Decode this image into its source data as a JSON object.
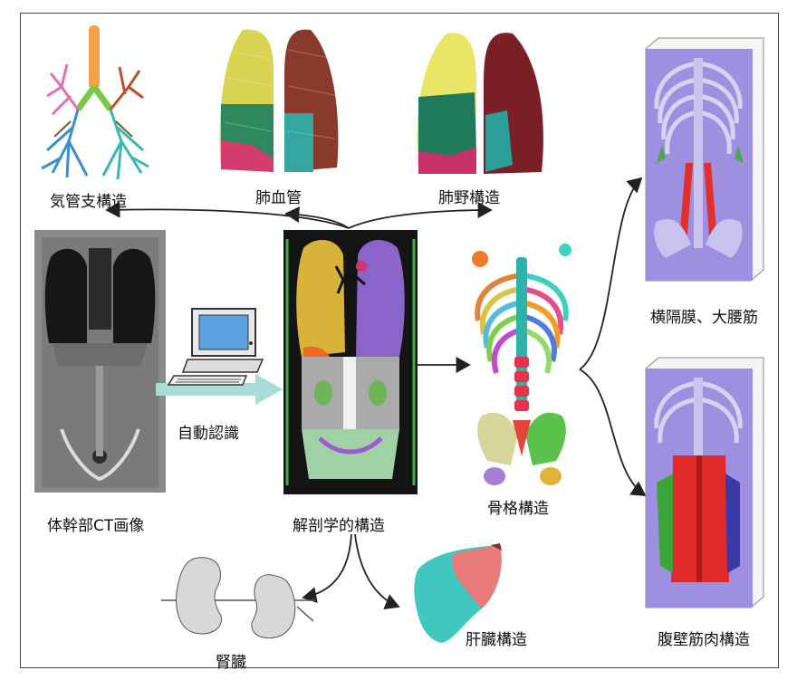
{
  "labels": {
    "trachea": "気管支構造",
    "pulmonary_vessels": "肺血管",
    "lung_lobes": "肺野構造",
    "ct_image": "体幹部CT画像",
    "auto_recognition": "自動認識",
    "anatomy": "解剖学的構造",
    "skeleton": "骨格構造",
    "diaphragm": "横隔膜、大腰筋",
    "abdominal_wall": "腹壁筋肉構造",
    "kidney": "腎臓",
    "liver": "肝臓構造"
  },
  "colors": {
    "arrow": "#222222",
    "ct_dark": "#1a1a1a",
    "ct_gray": "#7a7a7a",
    "bone": "#c9c4e6",
    "volume_bg": "#9f8fe0"
  }
}
